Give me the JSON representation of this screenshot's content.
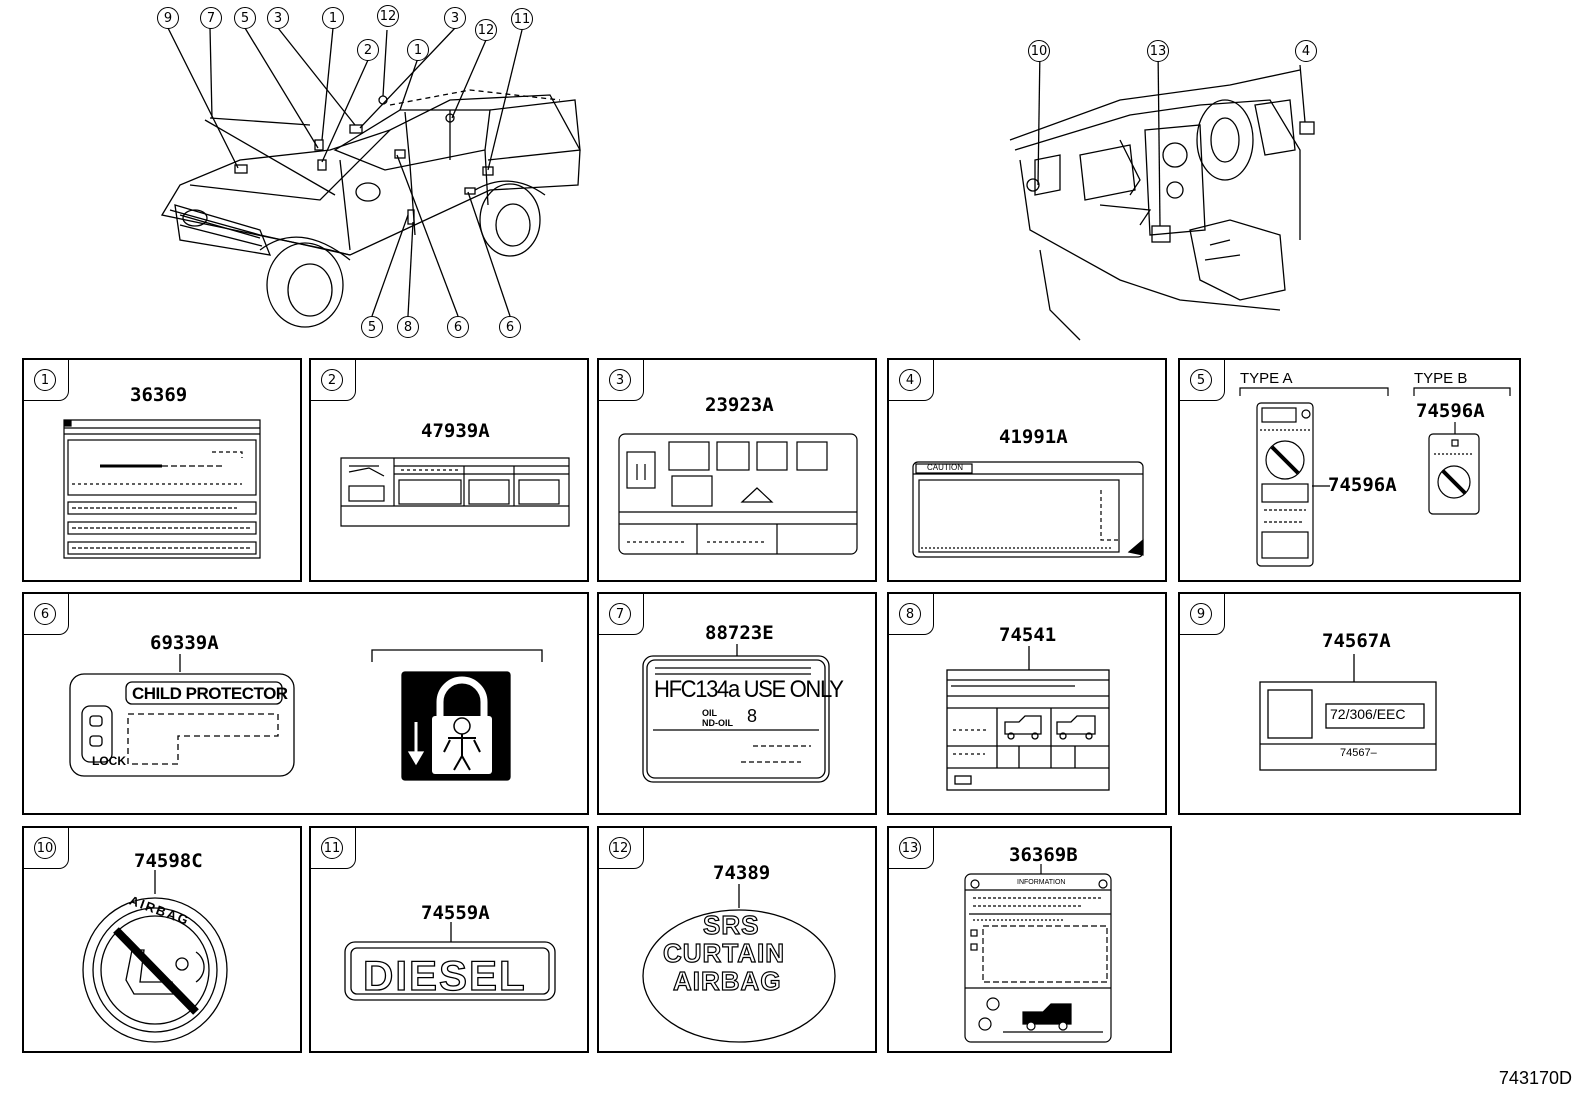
{
  "top_callouts_left": [
    "9",
    "7",
    "5",
    "3",
    "1",
    "12",
    "2",
    "1",
    "3",
    "12",
    "11",
    "5",
    "8",
    "6",
    "6"
  ],
  "top_callouts_right": [
    "10",
    "13",
    "4"
  ],
  "panels": [
    {
      "num": "1",
      "part": "36369"
    },
    {
      "num": "2",
      "part": "47939A"
    },
    {
      "num": "3",
      "part": "23923A"
    },
    {
      "num": "4",
      "part": "41991A",
      "caution": "CAUTION"
    },
    {
      "num": "5",
      "part_a": "74596A",
      "part_b": "74596A",
      "type_a": "TYPE A",
      "type_b": "TYPE B"
    },
    {
      "num": "6",
      "part": "69339A",
      "child_protector": "CHILD PROTECTOR",
      "lock": "LOCK"
    },
    {
      "num": "7",
      "part": "88723E",
      "hfc": "HFC134a USE ONLY",
      "oil1": "OIL",
      "oil2": "ND-OIL",
      "oil_num": "8"
    },
    {
      "num": "8",
      "part": "74541"
    },
    {
      "num": "9",
      "part": "74567A",
      "code": "72/306/EEC",
      "sub": "74567–"
    },
    {
      "num": "10",
      "part": "74598C",
      "airbag": "AIRBAG"
    },
    {
      "num": "11",
      "part": "74559A",
      "diesel": "DIESEL"
    },
    {
      "num": "12",
      "part": "74389",
      "l1": "SRS",
      "l2": "CURTAIN",
      "l3": "AIRBAG"
    },
    {
      "num": "13",
      "part": "36369B",
      "info": "INFORMATION"
    }
  ],
  "footer": "743170D"
}
